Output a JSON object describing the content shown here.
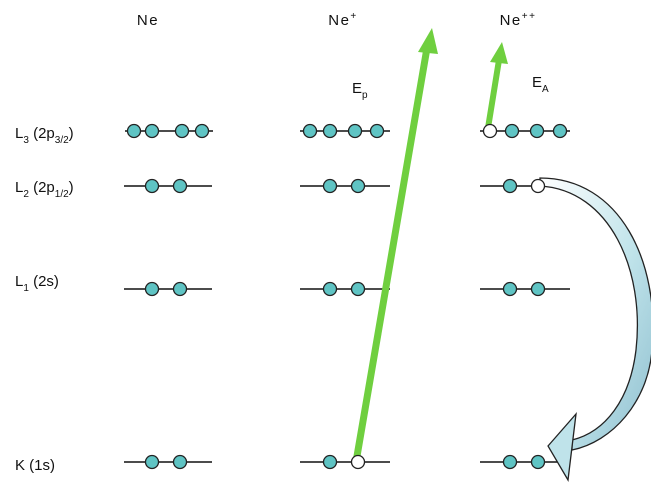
{
  "columns": [
    {
      "id": "ne",
      "label": "Ne",
      "superscript": ""
    },
    {
      "id": "ne-plus",
      "label": "Ne",
      "superscript": "+"
    },
    {
      "id": "ne-plusplus",
      "label": "Ne",
      "superscript": "++"
    }
  ],
  "levels": [
    {
      "id": "L3",
      "main": "L",
      "sub": "3",
      "mid": " (2p",
      "sub2": "3/2",
      "tail": ")"
    },
    {
      "id": "L2",
      "main": "L",
      "sub": "2",
      "mid": " (2p",
      "sub2": "1/2",
      "tail": ")"
    },
    {
      "id": "L1",
      "main": "L",
      "sub": "1",
      "mid": " (2s)",
      "sub2": "",
      "tail": ""
    },
    {
      "id": "K",
      "main": "K",
      "sub": "",
      "mid": "  (1s)",
      "sub2": "",
      "tail": ""
    }
  ],
  "occupancy": {
    "ne": {
      "L3": "EEEE",
      "L2": "EE",
      "L1": "EE",
      "K": "EE"
    },
    "ne-plus": {
      "L3": "EEEE",
      "L2": "EE",
      "L1": "EE",
      "K": "EH"
    },
    "ne-plusplus": {
      "L3": "HEEE",
      "L2": "EH",
      "L1": "EE",
      "K": "EE"
    }
  },
  "energy_labels": {
    "photoelectron": {
      "main": "E",
      "sub": "p"
    },
    "auger": {
      "main": "E",
      "sub": "A"
    }
  },
  "colors": {
    "electron_fill": "#5fc4c4",
    "hole_fill": "#ffffff",
    "arrow_green": "#6fcf3f",
    "transition_arrow": "#bfe3ea",
    "line": "#111111"
  }
}
